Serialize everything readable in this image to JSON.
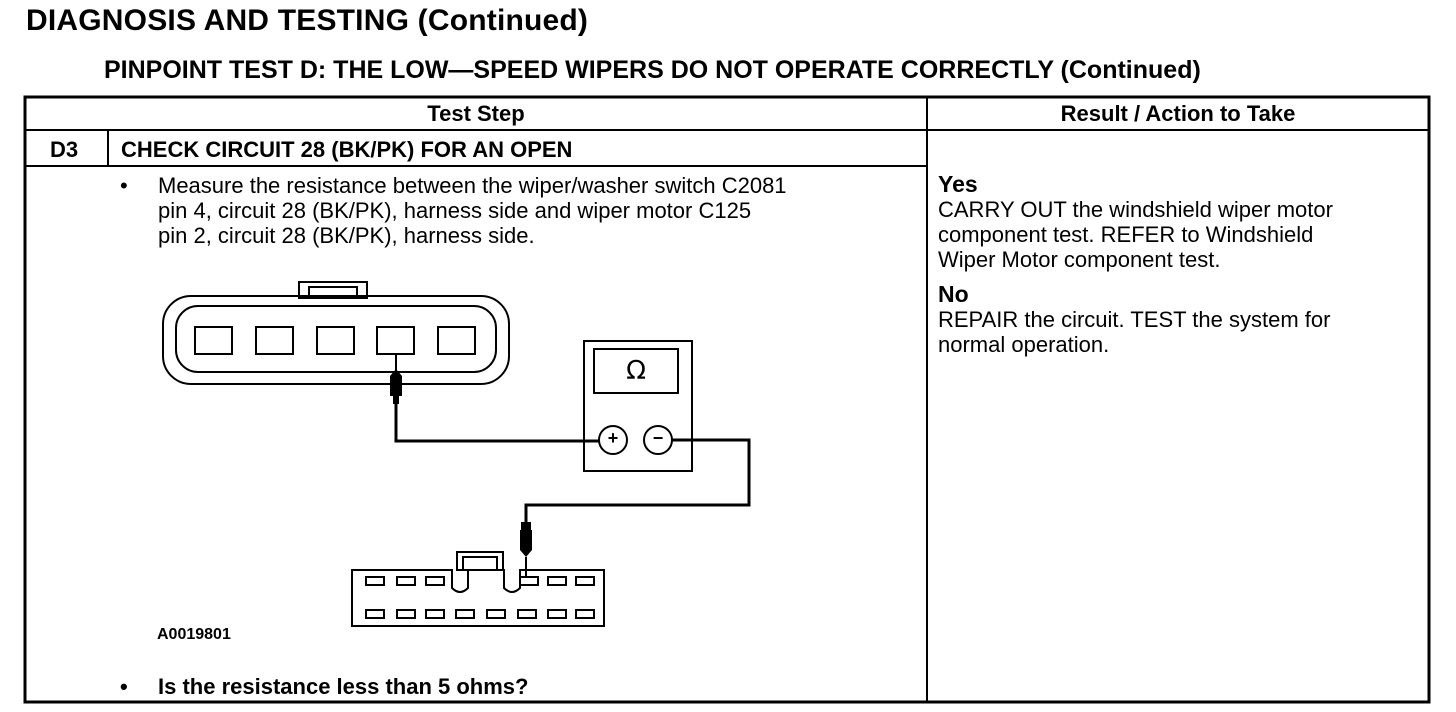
{
  "header": {
    "title": "DIAGNOSIS AND TESTING (Continued)",
    "subtitle": "PINPOINT TEST D: THE LOW—SPEED WIPERS DO NOT OPERATE CORRECTLY (Continued)"
  },
  "table": {
    "col_headers": [
      "Test Step",
      "Result / Action to Take"
    ],
    "step": {
      "id": "D3",
      "title": "CHECK CIRCUIT 28 (BK/PK) FOR AN OPEN",
      "bullet": "•",
      "instruction_lines": [
        "Measure the resistance between the wiper/washer switch C2081",
        "pin 4, circuit 28 (BK/PK), harness side and wiper motor C125",
        "pin 2, circuit 28 (BK/PK), harness side."
      ],
      "figure_id": "A0019801",
      "meter_symbol": "Ω",
      "plus": "+",
      "minus": "−",
      "question": "Is the resistance less than 5 ohms?"
    },
    "results": {
      "yes_label": "Yes",
      "yes_lines": [
        "CARRY OUT the windshield wiper motor",
        "component test. REFER to Windshield",
        "Wiper Motor component test."
      ],
      "no_label": "No",
      "no_lines": [
        "REPAIR the circuit. TEST the system for",
        "normal operation."
      ]
    }
  }
}
